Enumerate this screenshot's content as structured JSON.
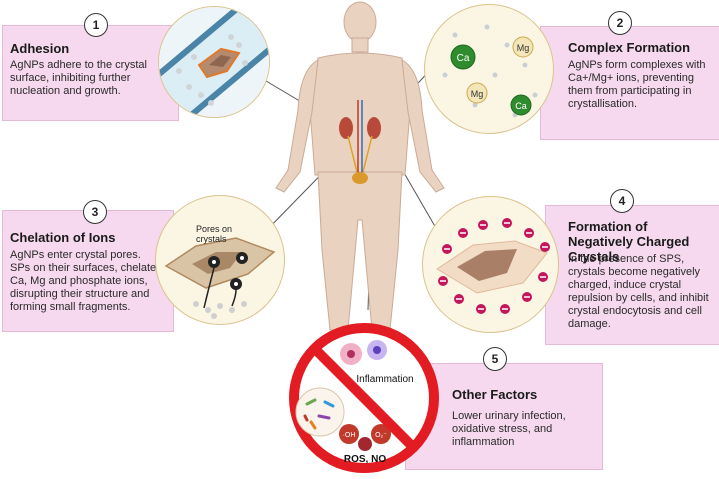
{
  "panels": [
    {
      "number": "1",
      "title": "Adhesion",
      "text": "AgNPs adhere to the crystal surface, inhibiting further nucleation and growth."
    },
    {
      "number": "2",
      "title": "Complex Formation",
      "text": "AgNPs form complexes with Ca+/Mg+ ions, preventing them from participating in crystallisation."
    },
    {
      "number": "3",
      "title": "Chelation of Ions",
      "text": "AgNPs enter crystal pores. SPs on their surfaces, chelate Ca, Mg and phosphate ions, disrupting their structure and forming small fragments."
    },
    {
      "number": "4",
      "title": "Formation of Negatively Charged Crystals",
      "text": "In the presence of SPS, crystals become negatively charged, induce crystal repulsion by cells, and inhibit crystal endocytosis and cell damage."
    },
    {
      "number": "5",
      "title": "Other Factors",
      "text": "Lower urinary infection, oxidative stress, and inflammation"
    }
  ],
  "ions": {
    "ca": "Ca",
    "mg": "Mg"
  },
  "pores_label": "Pores on crystals",
  "inflammation_label": "Inflammation",
  "ros_label": "ROS, NO",
  "radical_oh": "·OH",
  "radical_o2": "O₂⁻",
  "colors": {
    "panel": "#f6d9ee",
    "prohibit": "#e31b23",
    "ca": "#2e8b2e",
    "mg": "#f3e6b8"
  }
}
